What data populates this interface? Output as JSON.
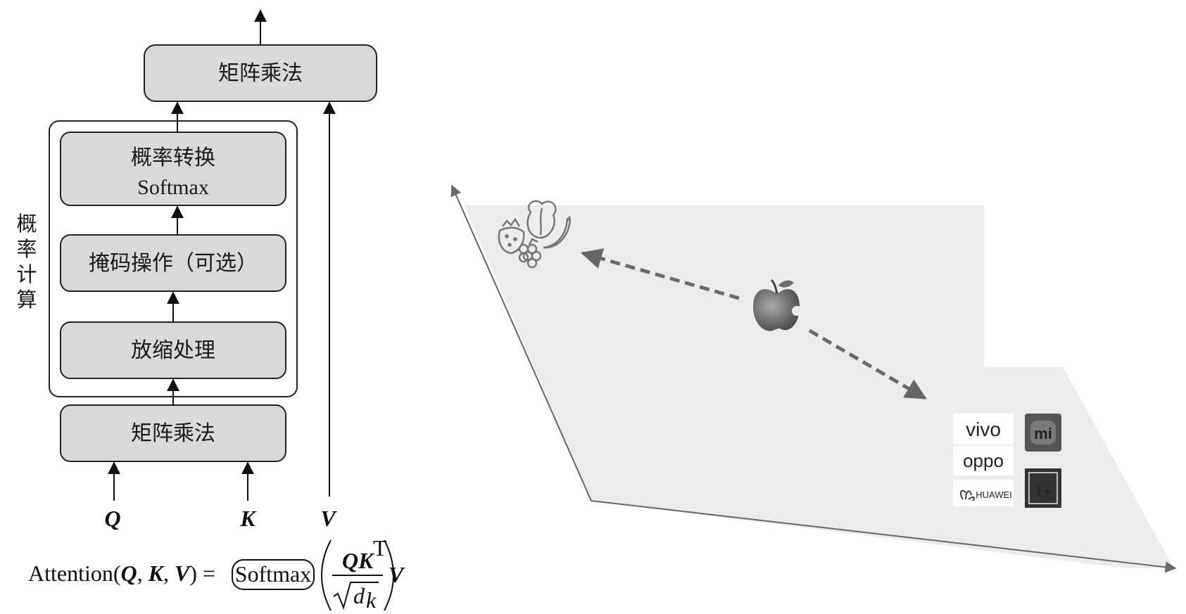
{
  "flow": {
    "top_box": "矩阵乘法",
    "softmax_box": {
      "line1": "概率转换",
      "line2": "Softmax"
    },
    "mask_box": "掩码操作（可选）",
    "scale_box": "放缩处理",
    "bottom_box": "矩阵乘法",
    "group_label": [
      "概",
      "率",
      "计",
      "算"
    ],
    "inputs": {
      "q": "Q",
      "k": "K",
      "v": "V"
    }
  },
  "formula": {
    "prefix": "Attention(",
    "q": "Q",
    "sep1": ", ",
    "k": "K",
    "sep2": ", ",
    "v": "V",
    "close_eq": ") =",
    "softmax": "Softmax",
    "numerator_q": "Q",
    "numerator_k": "K",
    "superscript": "T",
    "denominator_d": "d",
    "denominator_sub": "k",
    "trailing_v": "V"
  },
  "embedding": {
    "brands": {
      "vivo": "vivo",
      "oppo": "oppo",
      "huawei": "HUAWEI",
      "mi": "mi",
      "oneplus": "1+"
    }
  }
}
